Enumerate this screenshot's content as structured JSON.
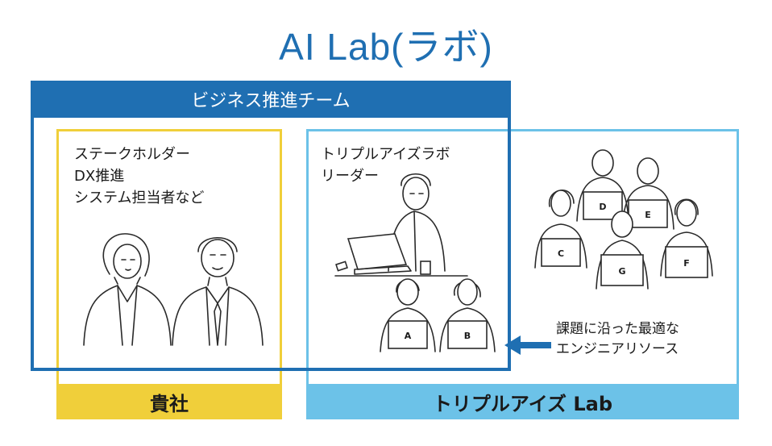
{
  "title": "AI Lab(ラボ)",
  "business_team": {
    "label": "ビジネス推進チーム"
  },
  "client": {
    "lines": [
      "ステークホルダー",
      "DX推進",
      "システム担当者など"
    ],
    "footer": "貴社"
  },
  "lab": {
    "lines": [
      "トリプルアイズラボ",
      "リーダー"
    ],
    "footer": "トリプルアイズ Lab",
    "engineers": [
      "A",
      "B",
      "C",
      "D",
      "E",
      "F",
      "G"
    ]
  },
  "resources": {
    "lines": [
      "課題に沿った最適な",
      "エンジニアリソース"
    ]
  },
  "colors": {
    "team_blue": "#1f6fb2",
    "client_yellow": "#f0cf3a",
    "lab_lightblue": "#6cc2e8"
  }
}
